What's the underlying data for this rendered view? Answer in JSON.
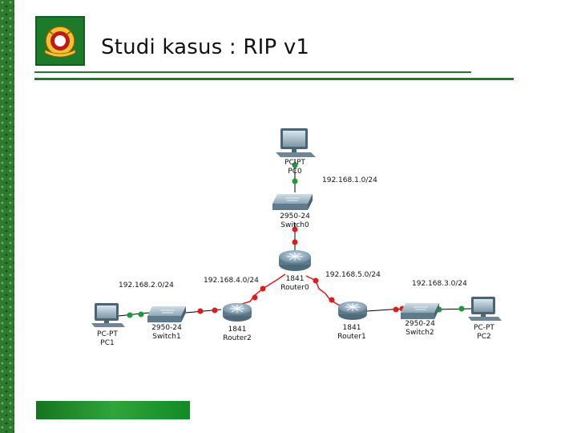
{
  "slide": {
    "title": "Studi kasus : RIP v1"
  },
  "topology": {
    "pc0": {
      "type": "PC-PT",
      "name": "PC0"
    },
    "pc1": {
      "type": "PC-PT",
      "name": "PC1"
    },
    "pc2": {
      "type": "PC-PT",
      "name": "PC2"
    },
    "switch0": {
      "type": "2950-24",
      "name": "Switch0"
    },
    "switch1": {
      "type": "2950-24",
      "name": "Switch1"
    },
    "switch2": {
      "type": "2950-24",
      "name": "Switch2"
    },
    "router0": {
      "type": "1841",
      "name": "Router0"
    },
    "router1": {
      "type": "1841",
      "name": "Router1"
    },
    "router2": {
      "type": "1841",
      "name": "Router2"
    },
    "networks": {
      "net1": "192.168.1.0/24",
      "net2": "192.168.2.0/24",
      "net3": "192.168.3.0/24",
      "net4": "192.168.4.0/24",
      "net5": "192.168.5.0/24"
    },
    "colors": {
      "link_up": "#1a9a3a",
      "link_serial": "#e01b1b",
      "ethernet_line": "#000000"
    }
  }
}
